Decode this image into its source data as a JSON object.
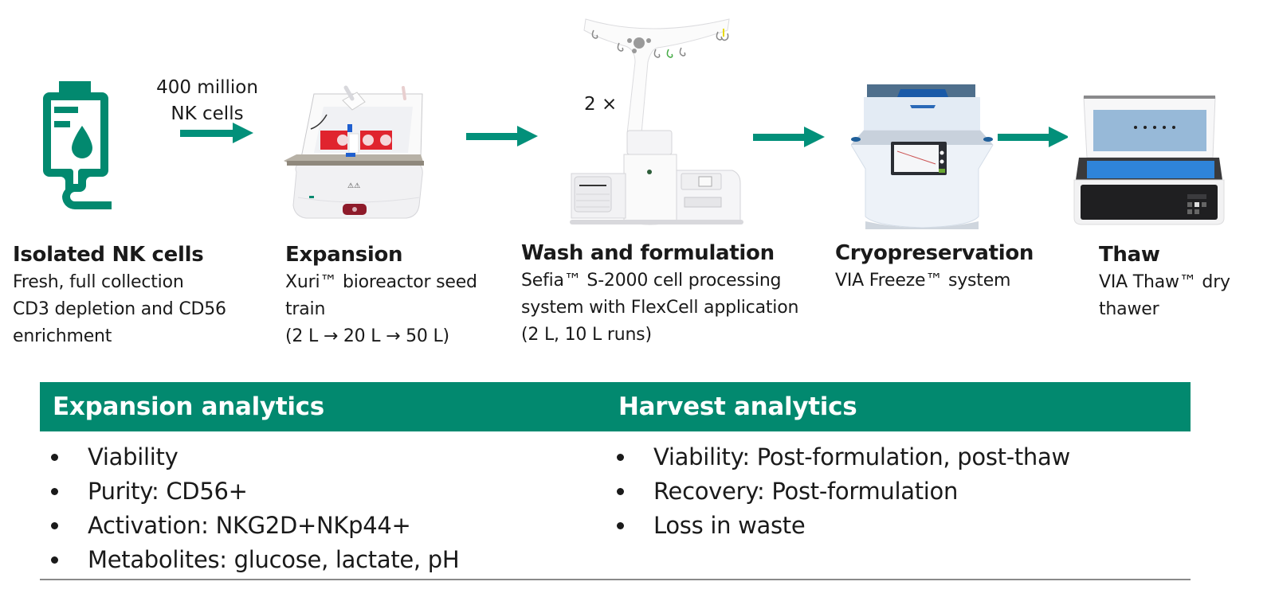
{
  "flow": {
    "arrow_color": "#02907a",
    "input_label": [
      "400 million",
      "NK cells"
    ],
    "sefia_multiplier": "2 ×",
    "steps": [
      {
        "title": "Isolated NK cells",
        "desc": [
          "Fresh, full collection",
          "CD3 depletion and CD56",
          "enrichment"
        ],
        "icon": "iv-blood-bag-icon"
      },
      {
        "title": "Expansion",
        "desc": [
          "Xuri™ bioreactor seed",
          "train",
          "(2 L → 20 L → 50 L)"
        ],
        "icon": "xuri-bioreactor-image"
      },
      {
        "title": "Wash and formulation",
        "desc": [
          "Sefia™ S-2000 cell processing",
          "system with FlexCell application",
          "(2 L, 10 L runs)"
        ],
        "icon": "sefia-system-image"
      },
      {
        "title": "Cryopreservation",
        "desc": [
          "VIA Freeze™ system"
        ],
        "icon": "via-freeze-image"
      },
      {
        "title": "Thaw",
        "desc": [
          "VIA Thaw™ dry",
          "thawer"
        ],
        "icon": "via-thaw-image"
      }
    ]
  },
  "analytics": {
    "banner_color": "#02896f",
    "expansion": {
      "title": "Expansion analytics",
      "items": [
        "Viability",
        "Purity: CD56+",
        "Activation: NKG2D+NKp44+",
        "Metabolites: glucose, lactate, pH"
      ]
    },
    "harvest": {
      "title": "Harvest analytics",
      "items": [
        "Viability: Post-formulation, post-thaw",
        "Recovery: Post-formulation",
        "Loss in waste"
      ]
    }
  }
}
